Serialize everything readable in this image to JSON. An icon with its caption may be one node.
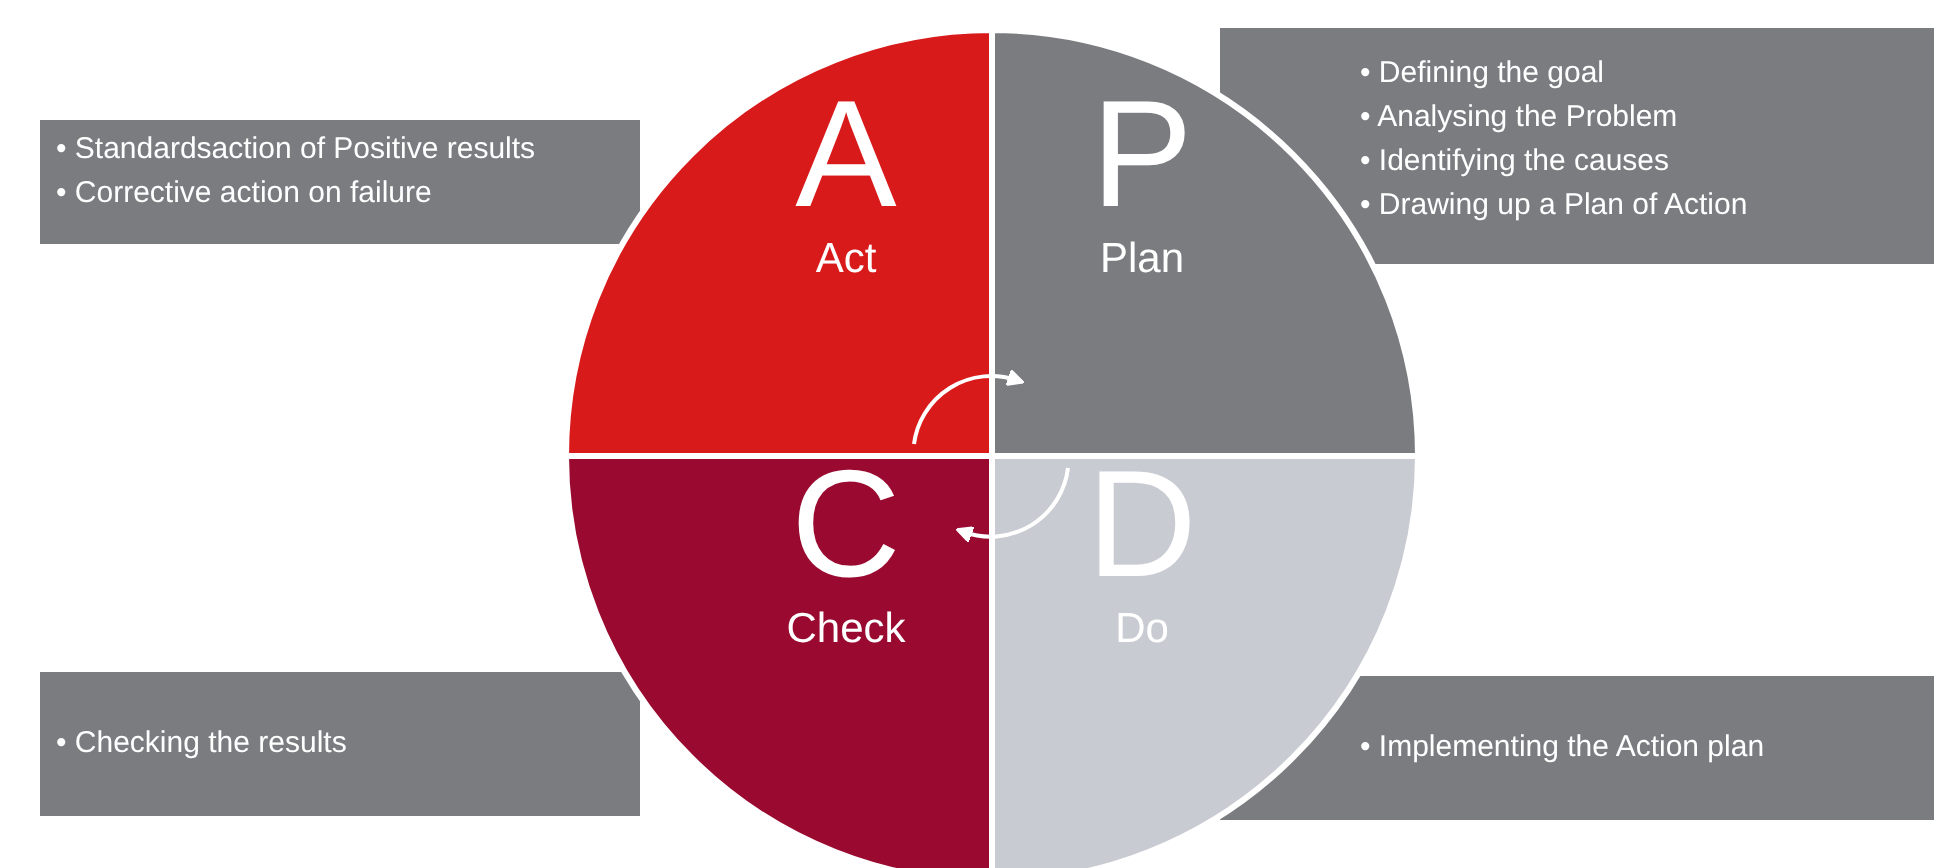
{
  "diagram": {
    "nodes": [
      {
        "text": [
          "• Standardsaction of Positive results",
          "• Corrective action on failure"
        ]
      },
      {
        "text": [
          "A",
          "Act"
        ]
      },
      {
        "text": [
          "P",
          "Plan"
        ]
      },
      {
        "text": [
          "• Defining the goal",
          "• Analysing the Problem",
          "• Identifying the causes",
          "• Drawing up a Plan of Action"
        ]
      },
      {
        "text": [
          "• Checking the results"
        ]
      },
      {
        "text": [
          "C",
          "Check"
        ]
      },
      {
        "text": [
          "D",
          "Do"
        ]
      },
      {
        "text": [
          "• Implementing the Action plan"
        ]
      }
    ],
    "edges": [
      {
        "from": 1,
        "to": 2,
        "arrow": "to"
      },
      {
        "from": 6,
        "to": 5,
        "arrow": "to"
      }
    ]
  }
}
